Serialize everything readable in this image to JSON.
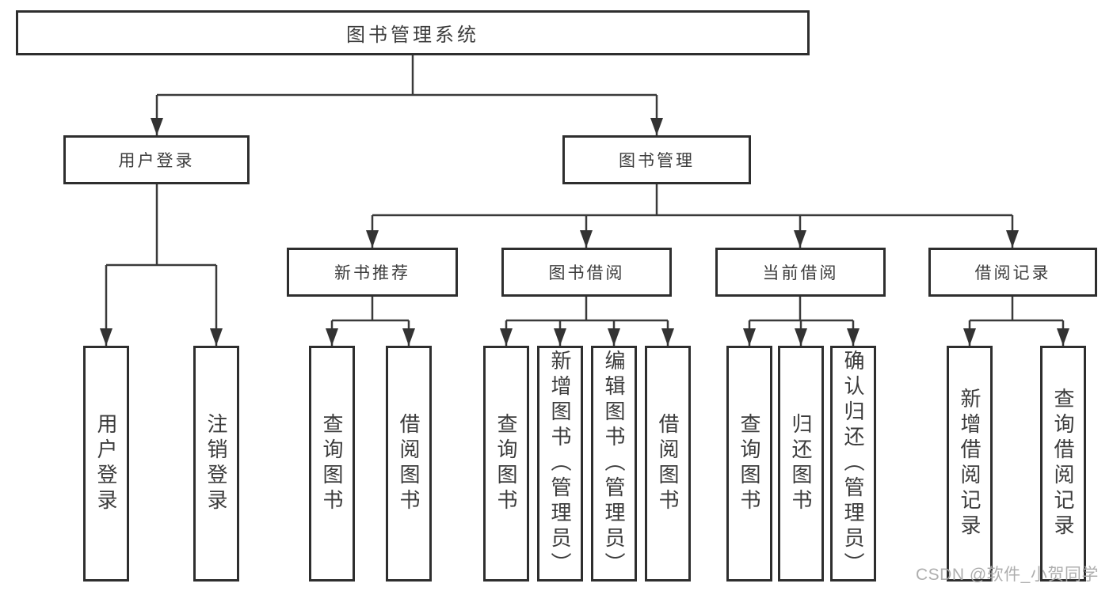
{
  "tree": {
    "label": "图书管理系统",
    "children": [
      {
        "label": "用户登录",
        "children": [
          {
            "label": "用户登录"
          },
          {
            "label": "注销登录"
          }
        ]
      },
      {
        "label": "图书管理",
        "children": [
          {
            "label": "新书推荐",
            "children": [
              {
                "label": "查询图书"
              },
              {
                "label": "借阅图书"
              }
            ]
          },
          {
            "label": "图书借阅",
            "children": [
              {
                "label": "查询图书"
              },
              {
                "label": "新增图书（管理员）"
              },
              {
                "label": "编辑图书（管理员）"
              },
              {
                "label": "借阅图书"
              }
            ]
          },
          {
            "label": "当前借阅",
            "children": [
              {
                "label": "查询图书"
              },
              {
                "label": "归还图书"
              },
              {
                "label": "确认归还（管理员）"
              }
            ]
          },
          {
            "label": "借阅记录",
            "children": [
              {
                "label": "新增借阅记录"
              },
              {
                "label": "查询借阅记录"
              }
            ]
          }
        ]
      }
    ]
  },
  "watermark": "CSDN @软件_小贺同学",
  "colors": {
    "line": "#3a3a3a",
    "box_border": "#2e2e2e",
    "box_fill": "#ffffff",
    "text": "#3c3c3c",
    "watermark": "#aaaaaa"
  }
}
